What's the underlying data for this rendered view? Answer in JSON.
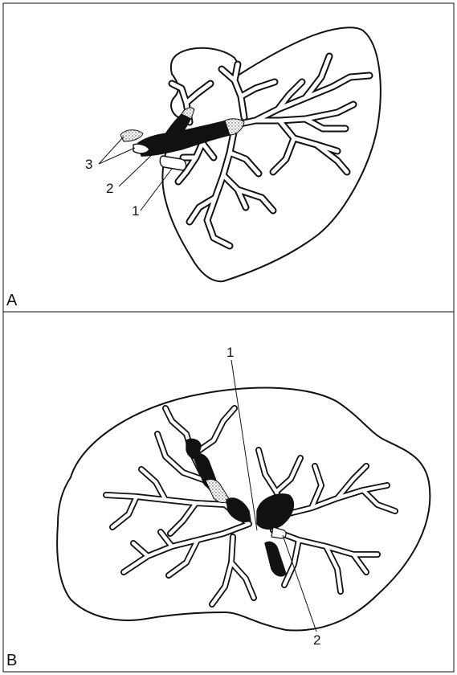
{
  "panels": [
    {
      "id": "A",
      "letter": "A",
      "callouts": [
        "1",
        "2",
        "3"
      ]
    },
    {
      "id": "B",
      "letter": "B",
      "callouts": [
        "1",
        "2"
      ]
    }
  ],
  "colors": {
    "ink": "#111111",
    "background": "#ffffff"
  }
}
